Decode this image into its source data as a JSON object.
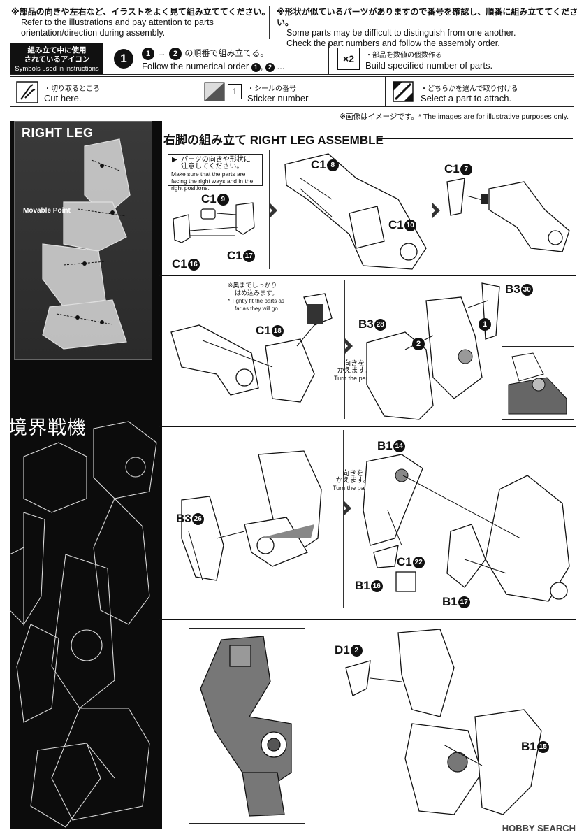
{
  "notices": {
    "left_jp": "※部品の向きや左右など、イラストをよく見て組み立ててください。",
    "left_en_1": "Refer to the illustrations and pay attention to parts",
    "left_en_2": "orientation/direction during assembly.",
    "right_jp": "※形状が似ているパーツがありますので番号を確認し、順番に組み立ててください。",
    "right_en_1": "Some parts may be difficult to distinguish from one another.",
    "right_en_2": "Check the part numbers and follow the assembly order."
  },
  "symbols": {
    "label_jp_1": "組み立て中に使用",
    "label_jp_2": "されているアイコン",
    "label_en": "Symbols used in instructions",
    "order_icon": "1",
    "order_jp": "の順番で組み立てる。",
    "order_en": "Follow the numerical order",
    "order_seq_1": "1",
    "order_seq_2": "2",
    "order_en_tail": "...",
    "count_icon": "×2",
    "count_jp": "・部品を数値の個数作る",
    "count_en": "Build specified number of parts.",
    "cut_jp": "・切り取るところ",
    "cut_en": "Cut here.",
    "sticker_num": "1",
    "sticker_jp": "・シールの番号",
    "sticker_en": "Sticker number",
    "select_jp": "・どちらかを選んで取り付ける",
    "select_en": "Select a part to attach."
  },
  "illustrative_note": "※画像はイメージです。* The images are for illustrative purposes only.",
  "reference": {
    "title": "RIGHT LEG",
    "movable_point": "Movable Point",
    "brand": "境界戦機"
  },
  "title": {
    "jp": "右脚の組み立て",
    "en": "RIGHT LEG ASSEMBLE"
  },
  "step1": {
    "note_jp_1": "パーツの向きや形状に",
    "note_jp_2": "注意してください。",
    "note_en": "Make sure that the parts are facing the right ways and in the right positions.",
    "parts": [
      {
        "code": "C1",
        "num": "9"
      },
      {
        "code": "C1",
        "num": "16"
      },
      {
        "code": "C1",
        "num": "17"
      }
    ]
  },
  "step2": {
    "parts": [
      {
        "code": "C1",
        "num": "8"
      },
      {
        "code": "C1",
        "num": "10"
      }
    ]
  },
  "step3": {
    "parts": [
      {
        "code": "C1",
        "num": "7"
      }
    ]
  },
  "step4": {
    "note_jp_1": "※奥までしっかり",
    "note_jp_2": "はめ込みます。",
    "note_en_1": "* Tightly fit the parts as",
    "note_en_2": "far as they will go.",
    "parts": [
      {
        "code": "C1",
        "num": "18"
      }
    ]
  },
  "step5": {
    "turn_jp_1": "向きを",
    "turn_jp_2": "かえます。",
    "turn_en": "Turn the parts.",
    "order_1": "1",
    "order_2": "2",
    "parts": [
      {
        "code": "B3",
        "num": "30"
      },
      {
        "code": "B3",
        "num": "28"
      }
    ]
  },
  "step6": {
    "parts": [
      {
        "code": "B3",
        "num": "26"
      }
    ]
  },
  "step7": {
    "turn_jp_1": "向きを",
    "turn_jp_2": "かえます。",
    "turn_en": "Turn the parts.",
    "parts": [
      {
        "code": "B1",
        "num": "14"
      },
      {
        "code": "C1",
        "num": "22"
      },
      {
        "code": "B1",
        "num": "16"
      },
      {
        "code": "B1",
        "num": "17"
      }
    ]
  },
  "step8": {
    "parts": [
      {
        "code": "D1",
        "num": "2"
      },
      {
        "code": "B1",
        "num": "15"
      }
    ]
  },
  "watermark": "HOBBY SEARCH"
}
